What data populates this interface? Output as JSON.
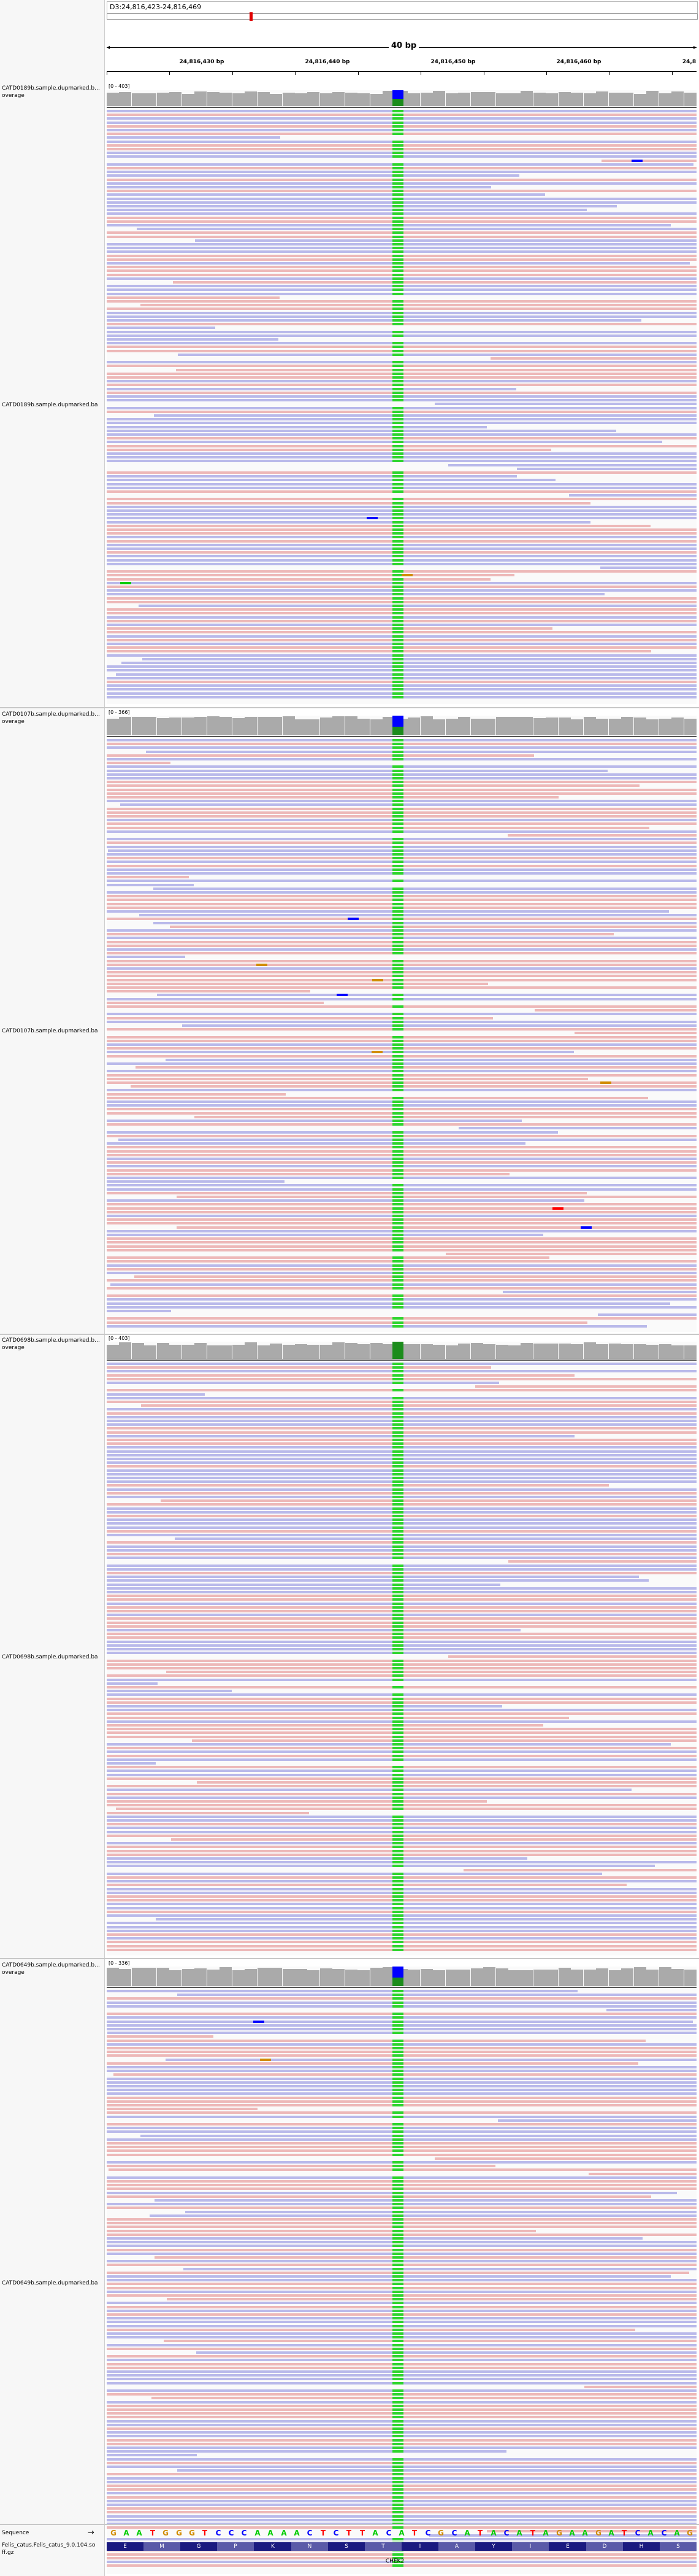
{
  "locus": "D3:24,816,423-24,816,469",
  "span_label": "40 bp",
  "ruler": {
    "ticks": [
      "24,816,430 bp",
      "24,816,440 bp",
      "24,816,450 bp",
      "24,816,460 bp",
      "24,8"
    ]
  },
  "tracks": [
    {
      "coverage_label": "CATD0189b.sample.dupmarked.b…\noverage",
      "range": "[0 - 403]",
      "bam_label": "CATD0189b.sample.dupmarked.ba"
    },
    {
      "coverage_label": "CATD0107b.sample.dupmarked.b…\noverage",
      "range": "[0 - 366]",
      "bam_label": "CATD0107b.sample.dupmarked.ba"
    },
    {
      "coverage_label": "CATD0698b.sample.dupmarked.b…\noverage",
      "range": "[0 - 403]",
      "bam_label": "CATD0698b.sample.dupmarked.ba"
    },
    {
      "coverage_label": "CATD0649b.sample.dupmarked.b…\noverage",
      "range": "[0 - 336]",
      "bam_label": "CATD0649b.sample.dupmarked.ba"
    }
  ],
  "sequence": {
    "label": "Sequence",
    "arrow": "→",
    "bases": [
      "G",
      "A",
      "A",
      "T",
      "G",
      "G",
      "G",
      "T",
      "C",
      "C",
      "C",
      "A",
      "A",
      "A",
      "A",
      "C",
      "T",
      "C",
      "T",
      "T",
      "A",
      "C",
      "A",
      "T",
      "C",
      "G",
      "C",
      "A",
      "T",
      "A",
      "C",
      "A",
      "T",
      "A",
      "G",
      "A",
      "A",
      "G",
      "A",
      "T",
      "C",
      "A",
      "C",
      "A",
      "G"
    ]
  },
  "gene_track": {
    "label": "Felis_catus.Felis_catus_9.0.104.so",
    "label2": "ff.gz",
    "amino_acids": [
      "E",
      "M",
      "G",
      "P",
      "K",
      "N",
      "S",
      "T",
      "I",
      "A",
      "Y",
      "I",
      "E",
      "D",
      "H",
      "S"
    ],
    "gene_name": "CHEK2"
  },
  "colors": {
    "forward_read": "#edb8b8",
    "reverse_read": "#b9b9ea",
    "variant_T": "#ff0000",
    "variant_C": "#0000ff",
    "variant_A": "#00cc00",
    "variant_G": "#d18c00",
    "coverage": "#aaaaaa",
    "snp_column": "#2dd52d"
  }
}
